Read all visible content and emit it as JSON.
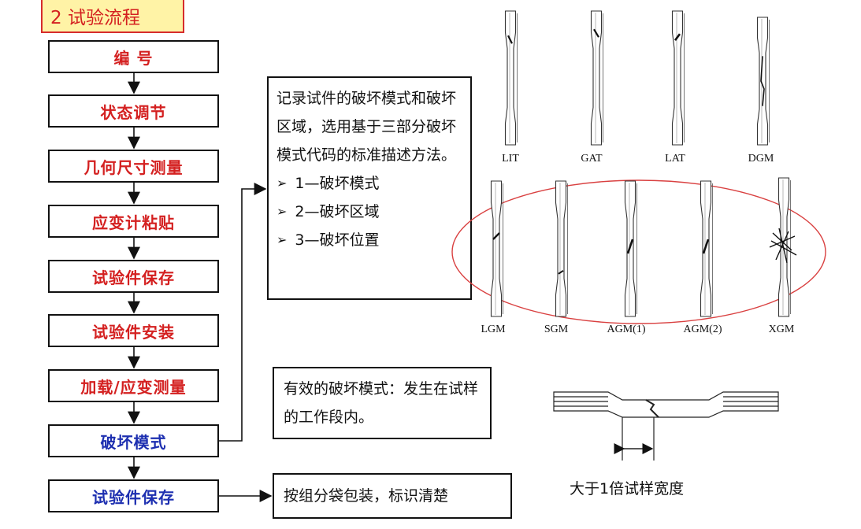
{
  "title": "2 试验流程",
  "steps": [
    {
      "label": "编 号",
      "color": "#d42020"
    },
    {
      "label": "状态调节",
      "color": "#d42020"
    },
    {
      "label": "几何尺寸测量",
      "color": "#d42020"
    },
    {
      "label": "应变计粘贴",
      "color": "#d42020"
    },
    {
      "label": "试验件保存",
      "color": "#d42020"
    },
    {
      "label": "试验件安装",
      "color": "#d42020"
    },
    {
      "label": "加载/应变测量",
      "color": "#d42020"
    },
    {
      "label": "破坏模式",
      "color": "#1d2fb0"
    },
    {
      "label": "试验件保存",
      "color": "#1d2fb0"
    }
  ],
  "failure_note": {
    "text": "记录试件的破坏模式和破坏区域，选用基于三部分破坏模式代码的标准描述方法。",
    "bullets": [
      "1—破坏模式",
      "2—破坏区域",
      "3—破坏位置"
    ]
  },
  "valid_note": "有效的破坏模式：发生在试样的工作段内。",
  "storage_note": "按组分袋包装，标识清楚",
  "specimens_top": [
    "LIT",
    "GAT",
    "LAT",
    "DGM"
  ],
  "specimens_bottom": [
    "LGM",
    "SGM",
    "AGM(1)",
    "AGM(2)",
    "XGM"
  ],
  "width_caption": "大于1倍试样宽度",
  "colors": {
    "red": "#d42020",
    "blue": "#1d2fb0",
    "title_bg": "#fff3a6",
    "ellipse": "#d94040"
  }
}
